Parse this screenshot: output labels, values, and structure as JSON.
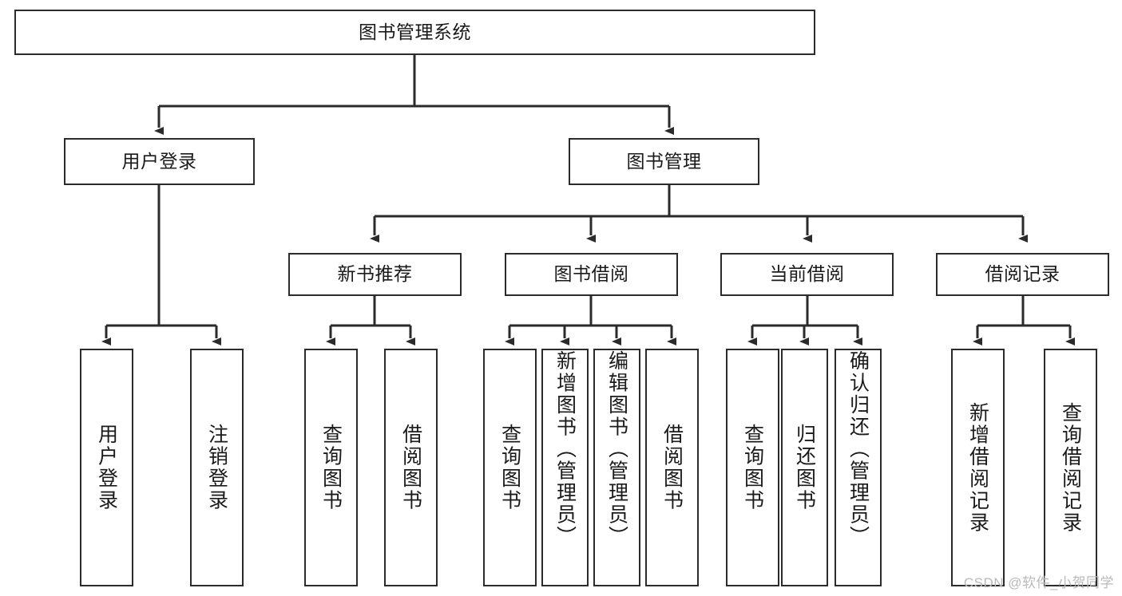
{
  "diagram": {
    "type": "tree-hierarchy-chart",
    "title": "图书管理系统",
    "line_color": "#2b2b2b",
    "box_fill": "#ffffff",
    "text_color": "#1a1a1a",
    "levels": {
      "root": {
        "label": "图书管理系统"
      },
      "level2": [
        {
          "id": "user-login",
          "label": "用户登录"
        },
        {
          "id": "book-management",
          "label": "图书管理"
        }
      ],
      "level3": [
        {
          "id": "new-book-recommend",
          "label": "新书推荐",
          "parent": "book-management"
        },
        {
          "id": "book-borrow",
          "label": "图书借阅",
          "parent": "book-management"
        },
        {
          "id": "current-borrow",
          "label": "当前借阅",
          "parent": "book-management"
        },
        {
          "id": "borrow-record",
          "label": "借阅记录",
          "parent": "book-management"
        }
      ],
      "leaves": [
        {
          "id": "leaf-user-login",
          "label": "用户登录",
          "parent": "user-login"
        },
        {
          "id": "leaf-user-logout",
          "label": "注销登录",
          "parent": "user-login"
        },
        {
          "id": "leaf-query-book-1",
          "label": "查询图书",
          "parent": "new-book-recommend"
        },
        {
          "id": "leaf-borrow-book-1",
          "label": "借阅图书",
          "parent": "new-book-recommend"
        },
        {
          "id": "leaf-query-book-2",
          "label": "查询图书",
          "parent": "book-borrow"
        },
        {
          "id": "leaf-add-book",
          "label": "新增图书（管理员）",
          "parent": "book-borrow"
        },
        {
          "id": "leaf-edit-book",
          "label": "编辑图书（管理员）",
          "parent": "book-borrow"
        },
        {
          "id": "leaf-borrow-book-2",
          "label": "借阅图书",
          "parent": "book-borrow"
        },
        {
          "id": "leaf-query-book-3",
          "label": "查询图书",
          "parent": "current-borrow"
        },
        {
          "id": "leaf-return-book",
          "label": "归还图书",
          "parent": "current-borrow"
        },
        {
          "id": "leaf-confirm-return",
          "label": "确认归还（管理员）",
          "parent": "current-borrow"
        },
        {
          "id": "leaf-add-record",
          "label": "新增借阅记录",
          "parent": "borrow-record"
        },
        {
          "id": "leaf-query-record",
          "label": "查询借阅记录",
          "parent": "borrow-record"
        }
      ]
    }
  },
  "watermark": {
    "text": "CSDN @软件_小贺同学"
  }
}
